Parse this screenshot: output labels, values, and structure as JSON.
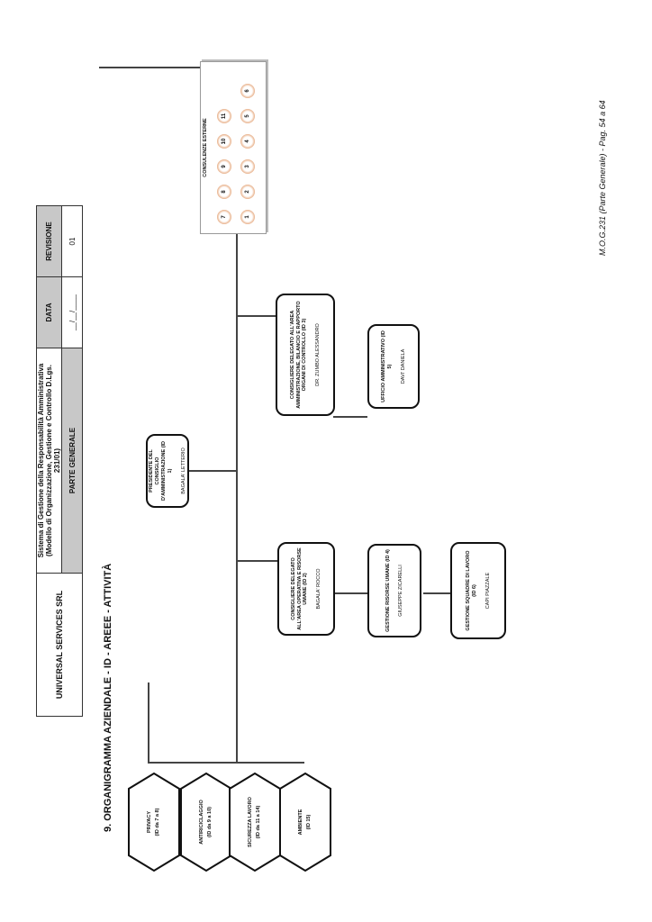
{
  "header": {
    "company": "UNIVERSAL SERVICES SRL",
    "system_title": "Sistema di Gestione della Responsabilità Amministrativa",
    "model_title": "(Modello di Organizzazione, Gestione e Controllo D.Lgs. 231/01)",
    "section": "PARTE GENERALE",
    "date_label": "DATA",
    "date_value": "__/__/____",
    "revision_label": "REVISIONE",
    "revision_value": "01"
  },
  "chapter_title": "9. ORGANIGRAMMA AZIENDALE - ID - AREEE - ATTIVITÀ",
  "external": {
    "title": "CONSULENZE ESTERNE",
    "items": [
      "1",
      "2",
      "3",
      "4",
      "5",
      "6",
      "7",
      "8",
      "9",
      "10",
      "11"
    ]
  },
  "nodes": {
    "president": {
      "title": "PRESIDENTE DEL CONSIGLIO D'AMMINISTRAZIONE (ID 1)",
      "name": "BAGALA' LETTERIO"
    },
    "op_delegate": {
      "title": "CONSIGLIERE DELEGATO ALL'AREA OPERATIVA E RISORSE UMANE (ID 2)",
      "name": "BAGALA' ROCCO"
    },
    "admin_delegate": {
      "title": "CONSIGLIERE DELEGATO ALL'AREA AMMINISTRAZIONE, BILANCIO E RAPPORTO ORGANI DI CONTROLLO (ID 3)",
      "name": "DR. ZUMBO ALESSANDRO"
    },
    "hr": {
      "title": "GESTIONE RISORSE UMANE (ID 4)",
      "name": "GIUSEPPE ZICARELLI"
    },
    "teams": {
      "title": "GESTIONE SQUADRE DI LAVORO (ID 6)",
      "name": "CAPI PIAZZALE"
    },
    "admin_office": {
      "title": "UFFICIO AMMINISTRATIVO (ID 5)",
      "name": "DAVI' DANIELA"
    }
  },
  "areas": [
    {
      "label": "PRIVACY",
      "ids": "(ID da 7 a 8)"
    },
    {
      "label": "ANTIRICICLAGGIO",
      "ids": "(ID da 9 a 10)"
    },
    {
      "label": "SICUREZZA LAVORO",
      "ids": "(ID da 11 a 14)"
    },
    {
      "label": "AMBIENTE",
      "ids": "(ID 15)"
    }
  ],
  "footer": "M.O.G.231 (Parte Generale) - Pag. 54 a 64"
}
